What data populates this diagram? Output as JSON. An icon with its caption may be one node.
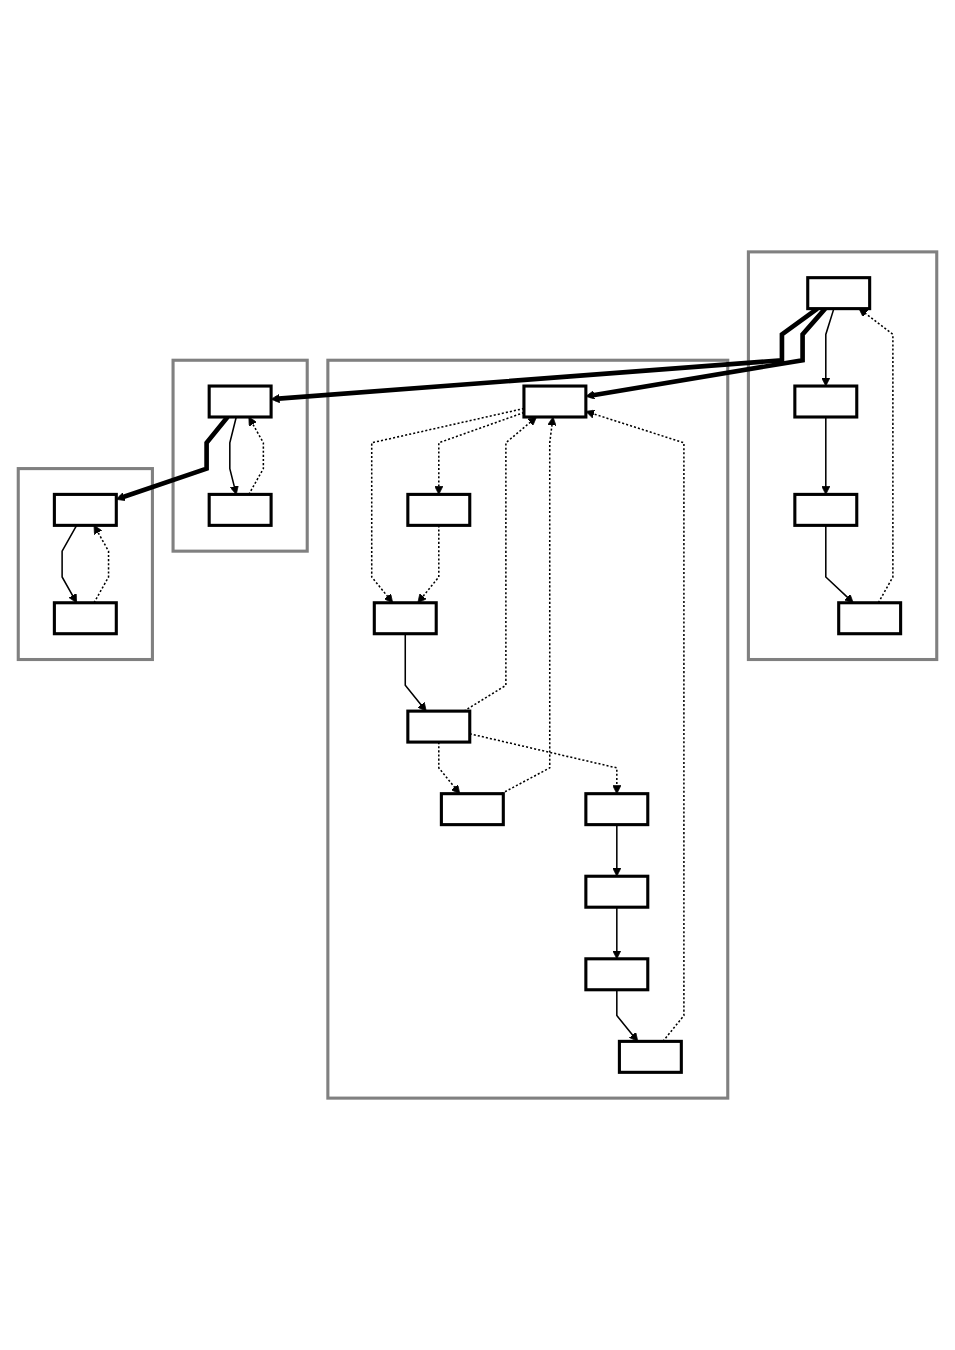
{
  "diagram": {
    "nodes": [
      {
        "text": [],
        "shape": "box"
      },
      {
        "text": [],
        "shape": "box",
        "in": 0
      },
      {
        "text": [],
        "shape": "box",
        "in": 0
      },
      {
        "text": [],
        "shape": "box",
        "in": 0
      },
      {
        "text": [],
        "shape": "box",
        "in": 0
      },
      {
        "text": [],
        "shape": "box"
      },
      {
        "text": [],
        "shape": "box",
        "in": 5
      },
      {
        "text": [],
        "shape": "box",
        "in": 5
      },
      {
        "text": [],
        "shape": "box",
        "in": 5
      },
      {
        "text": [],
        "shape": "box",
        "in": 5
      },
      {
        "text": [],
        "shape": "box",
        "in": 5
      },
      {
        "text": [],
        "shape": "box",
        "in": 5
      },
      {
        "text": [],
        "shape": "box",
        "in": 5
      },
      {
        "text": [],
        "shape": "box",
        "in": 5
      },
      {
        "text": [],
        "shape": "box",
        "in": 5
      },
      {
        "text": [],
        "shape": "box"
      },
      {
        "text": [],
        "shape": "box",
        "in": 15
      },
      {
        "text": [],
        "shape": "box",
        "in": 15
      },
      {
        "text": [],
        "shape": "box"
      },
      {
        "text": [],
        "shape": "box",
        "in": 18
      },
      {
        "text": [],
        "shape": "box",
        "in": 18
      }
    ],
    "edges": [
      {
        "from": 1,
        "to": 2,
        "arrow": "to"
      },
      {
        "from": 2,
        "to": 3,
        "arrow": "to"
      },
      {
        "from": 3,
        "to": 4,
        "arrow": "to"
      },
      {
        "from": 4,
        "to": 1,
        "arrow": "to",
        "style": "dashed"
      },
      {
        "from": 1,
        "to": 16,
        "arrow": "to",
        "style": "thick"
      },
      {
        "from": 1,
        "to": 6,
        "arrow": "to",
        "style": "thick"
      },
      {
        "from": 6,
        "to": 7,
        "arrow": "to",
        "style": "dashed"
      },
      {
        "from": 6,
        "to": 8,
        "arrow": "to",
        "style": "dashed"
      },
      {
        "from": 7,
        "to": 8,
        "arrow": "to",
        "style": "dashed"
      },
      {
        "from": 8,
        "to": 9,
        "arrow": "to"
      },
      {
        "from": 9,
        "to": 6,
        "arrow": "to",
        "style": "dashed"
      },
      {
        "from": 9,
        "to": 10,
        "arrow": "to",
        "style": "dashed"
      },
      {
        "from": 10,
        "to": 6,
        "arrow": "to",
        "style": "dashed"
      },
      {
        "from": 9,
        "to": 11,
        "arrow": "to",
        "style": "dashed"
      },
      {
        "from": 11,
        "to": 12,
        "arrow": "to"
      },
      {
        "from": 12,
        "to": 13,
        "arrow": "to"
      },
      {
        "from": 13,
        "to": 14,
        "arrow": "to"
      },
      {
        "from": 14,
        "to": 6,
        "arrow": "to",
        "style": "dashed"
      },
      {
        "from": 16,
        "to": 17,
        "arrow": "to"
      },
      {
        "from": 17,
        "to": 16,
        "arrow": "to",
        "style": "dashed"
      },
      {
        "from": 16,
        "to": 19,
        "arrow": "to",
        "style": "thick"
      },
      {
        "from": 19,
        "to": 20,
        "arrow": "to"
      },
      {
        "from": 20,
        "to": 19,
        "arrow": "to",
        "style": "dashed"
      }
    ]
  }
}
